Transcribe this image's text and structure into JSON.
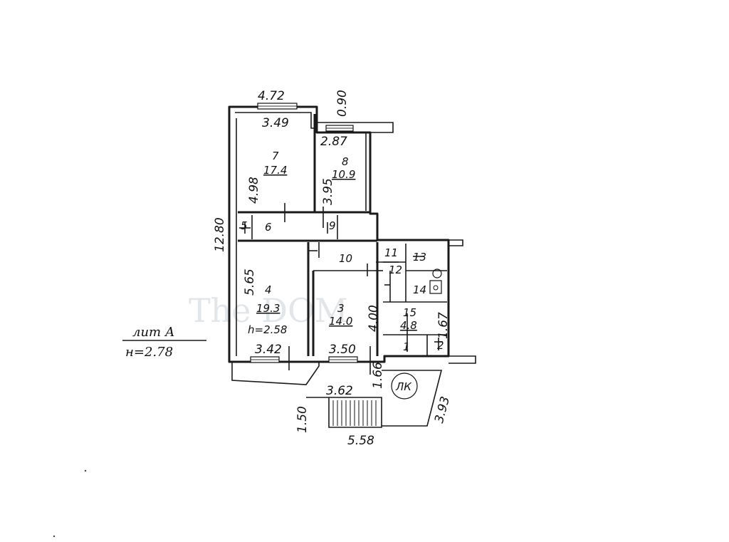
{
  "watermark": "The DOM",
  "building_label": {
    "line1": "лит А",
    "line2": "н=2.78"
  },
  "dimensions": {
    "top_total": "4.72",
    "top_ledge": "0.90",
    "room7_width": "3.49",
    "room8_width": "2.87",
    "room7_height": "4.98",
    "room8_height": "3.95",
    "total_height": "12.80",
    "room4_height": "5.65",
    "room3_height": "4.00",
    "room15_height": "1.67",
    "room4_width": "3.42",
    "room3_width": "3.50",
    "lower_width": "3.62",
    "lower_small": "1.66",
    "stair_height": "1.50",
    "bottom_total": "5.58",
    "diagonal": "3.93"
  },
  "rooms": [
    {
      "id": "7",
      "area": "17.4"
    },
    {
      "id": "8",
      "area": "10.9"
    },
    {
      "id": "6",
      "area": ""
    },
    {
      "id": "9",
      "area": ""
    },
    {
      "id": "5",
      "area": ""
    },
    {
      "id": "4",
      "area": "19.3",
      "note": "h=2.58"
    },
    {
      "id": "10",
      "area": ""
    },
    {
      "id": "3",
      "area": "14.0"
    },
    {
      "id": "11",
      "area": ""
    },
    {
      "id": "12",
      "area": ""
    },
    {
      "id": "13",
      "area": ""
    },
    {
      "id": "14",
      "area": ""
    },
    {
      "id": "15",
      "area": "4.8"
    },
    {
      "id": "1",
      "area": ""
    },
    {
      "id": "2",
      "area": ""
    }
  ],
  "staircase_label": "ЛК"
}
